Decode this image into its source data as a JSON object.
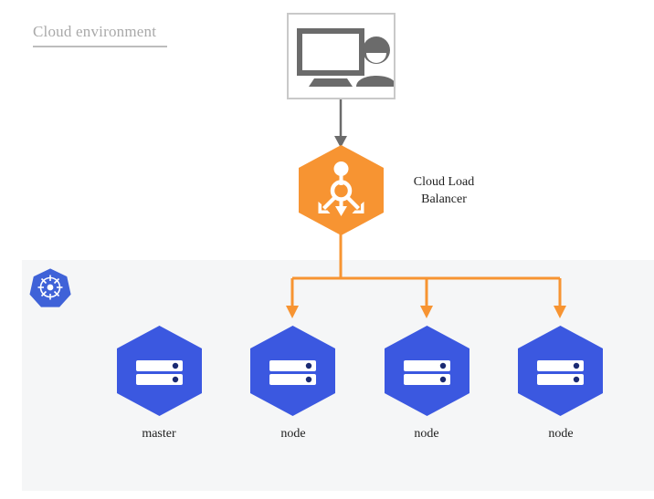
{
  "diagram": {
    "title": "Cloud environment",
    "colors": {
      "load_balancer": "#f79432",
      "node": "#3b58e0",
      "kubernetes": "#3f62d8",
      "user_icon": "#6b6b6b",
      "panel_background": "#f5f6f7",
      "title_text": "#a9a9a9",
      "connector_orange": "#f79432",
      "connector_gray": "#6b6b6b"
    },
    "user": {
      "icon": "desktop-user-icon",
      "monitor_icon": "monitor-icon",
      "person_icon": "person-icon"
    },
    "load_balancer": {
      "label": "Cloud Load Balancer",
      "label_line_1": "Cloud Load",
      "label_line_2": "Balancer",
      "icon": "load-balancer-fanout-icon",
      "shape": "hexagon"
    },
    "cluster": {
      "logo": "kubernetes-logo",
      "nodes": [
        {
          "label": "master",
          "icon": "server-icon",
          "shape": "hexagon",
          "has_traffic_arrow": false
        },
        {
          "label": "node",
          "icon": "server-icon",
          "shape": "hexagon",
          "has_traffic_arrow": true
        },
        {
          "label": "node",
          "icon": "server-icon",
          "shape": "hexagon",
          "has_traffic_arrow": true
        },
        {
          "label": "node",
          "icon": "server-icon",
          "shape": "hexagon",
          "has_traffic_arrow": true
        }
      ]
    },
    "connectors": [
      {
        "name": "user-to-load-balancer",
        "icon": "arrow-down-icon",
        "color": "#6b6b6b"
      },
      {
        "name": "load-balancer-to-nodes",
        "icon": "fanout-arrows-icon",
        "color": "#f79432"
      }
    ]
  }
}
